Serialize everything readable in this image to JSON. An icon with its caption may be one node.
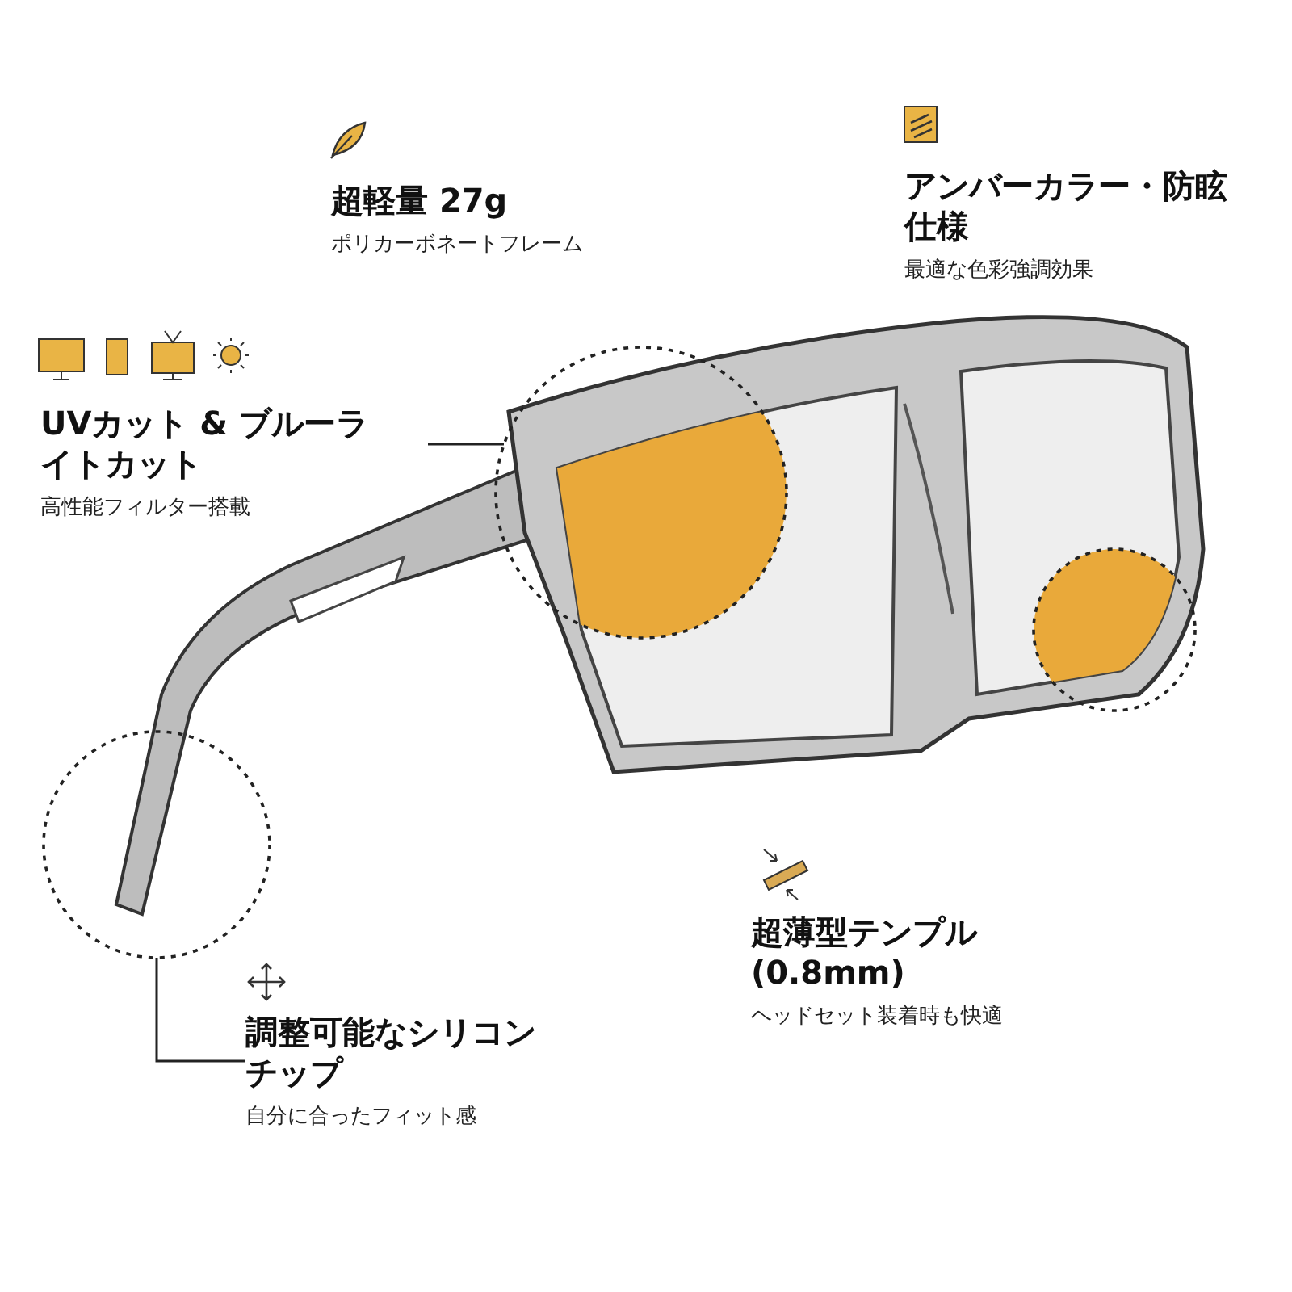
{
  "diagram": {
    "nodes": [
      {
        "text": [
          "超軽量 27g",
          "ポリカーボネートフレーム"
        ]
      },
      {
        "text": [
          "アンバーカラー・防眩仕様",
          "最適な色彩強調効果"
        ]
      },
      {
        "text": [
          "UVカット & ブルーライトカット",
          "高性能フィルター搭載"
        ]
      },
      {
        "text": [],
        "shape": "circle"
      },
      {
        "text": [],
        "shape": "circle"
      },
      {
        "text": [],
        "shape": "circle"
      },
      {
        "text": [
          "調整可能なシリコンチップ",
          "自分に合ったフィット感"
        ]
      },
      {
        "text": [
          "超薄型テンプル(0.8mm)",
          "ヘッドセット装着時も快適"
        ]
      }
    ],
    "edges": [
      {
        "from": 2,
        "to": 3,
        "arrow": "none"
      },
      {
        "from": 6,
        "to": 5,
        "arrow": "none"
      }
    ]
  }
}
